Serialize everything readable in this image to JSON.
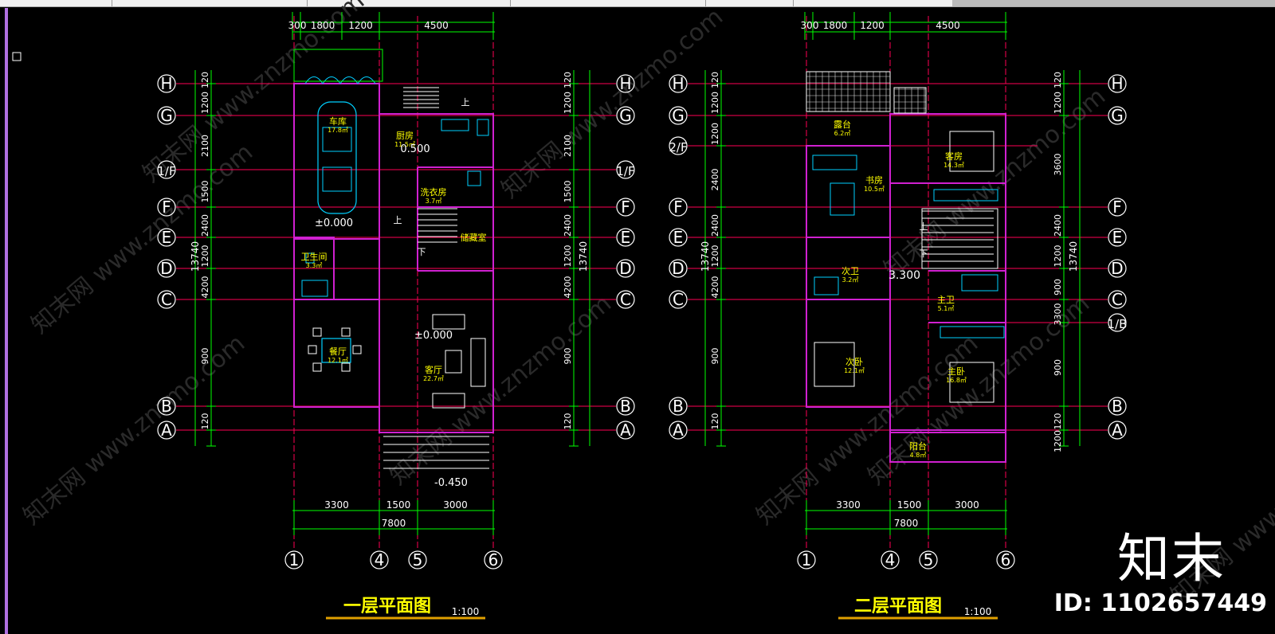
{
  "plans": [
    {
      "title": "一层平面图",
      "scale": "1:100",
      "top_dims": [
        "300",
        "1800",
        "1200",
        "4500"
      ],
      "bottom_dims": [
        "3300",
        "1500",
        "3000"
      ],
      "total_width": "7800",
      "total_height": "13740",
      "left_dims": [
        "120",
        "1200",
        "2100",
        "1500",
        "2400",
        "1200",
        "4200",
        "900",
        "120"
      ],
      "right_dims": [
        "120",
        "1200",
        "2100",
        "1500",
        "2400",
        "1200",
        "4200",
        "900",
        "120"
      ],
      "rows_left": [
        "H",
        "G",
        "1/F",
        "F",
        "E",
        "D",
        "C",
        "B",
        "A"
      ],
      "rows_right": [
        "H",
        "G",
        "1/F",
        "F",
        "E",
        "D",
        "C",
        "B",
        "A"
      ],
      "columns": [
        "1",
        "4",
        "5",
        "6"
      ],
      "rooms": [
        {
          "name": "车库",
          "area": "17.8㎡"
        },
        {
          "name": "厨房",
          "area": "11.5㎡"
        },
        {
          "name": "洗衣房",
          "area": "3.7㎡"
        },
        {
          "name": "储藏室",
          "area": ""
        },
        {
          "name": "卫生间",
          "area": "3.3㎡"
        },
        {
          "name": "餐厅",
          "area": "12.1㎡"
        },
        {
          "name": "客厅",
          "area": "22.7㎡"
        }
      ],
      "levels": [
        "±0.000",
        "0.500",
        "±0.000",
        "-0.450"
      ],
      "stair_labels": [
        "上",
        "上",
        "下"
      ]
    },
    {
      "title": "二层平面图",
      "scale": "1:100",
      "top_dims": [
        "300",
        "1800",
        "1200",
        "4500"
      ],
      "bottom_dims": [
        "3300",
        "1500",
        "3000"
      ],
      "total_width": "7800",
      "total_height": "13740",
      "left_dims": [
        "120",
        "1200",
        "1200",
        "2400",
        "2400",
        "1200",
        "4200",
        "900",
        "120"
      ],
      "right_dims": [
        "120",
        "1200",
        "3600",
        "2400",
        "1200",
        "900",
        "3300",
        "900",
        "120",
        "1200"
      ],
      "rows_left": [
        "H",
        "G",
        "2/F",
        "F",
        "E",
        "D",
        "C",
        "B",
        "A"
      ],
      "rows_right": [
        "H",
        "G",
        "F",
        "E",
        "D",
        "C",
        "1/B",
        "B",
        "A"
      ],
      "columns": [
        "1",
        "4",
        "5",
        "6"
      ],
      "rooms": [
        {
          "name": "露台",
          "area": "6.2㎡"
        },
        {
          "name": "书房",
          "area": "10.5㎡"
        },
        {
          "name": "客房",
          "area": "14.3㎡"
        },
        {
          "name": "次卫",
          "area": "3.2㎡"
        },
        {
          "name": "主卫",
          "area": "5.1㎡"
        },
        {
          "name": "次卧",
          "area": "12.1㎡"
        },
        {
          "name": "主卧",
          "area": "16.8㎡"
        },
        {
          "name": "阳台",
          "area": "4.8㎡"
        }
      ],
      "levels": [
        "3.300"
      ],
      "stair_labels": [
        "上",
        "下"
      ]
    }
  ],
  "watermark": "知末网 www.znzmo.com",
  "brand": {
    "logo": "知末",
    "id": "ID: 1102657449"
  },
  "colors": {
    "background": "#000000",
    "dim_line": "#00ff00",
    "axis_line": "#ff0055",
    "wall": "#d020d0",
    "text": "#ffffff",
    "room_label": "#ffff00",
    "furniture": "#00d0ff",
    "title": "#ffff00",
    "title_underline": "#e0a000"
  }
}
